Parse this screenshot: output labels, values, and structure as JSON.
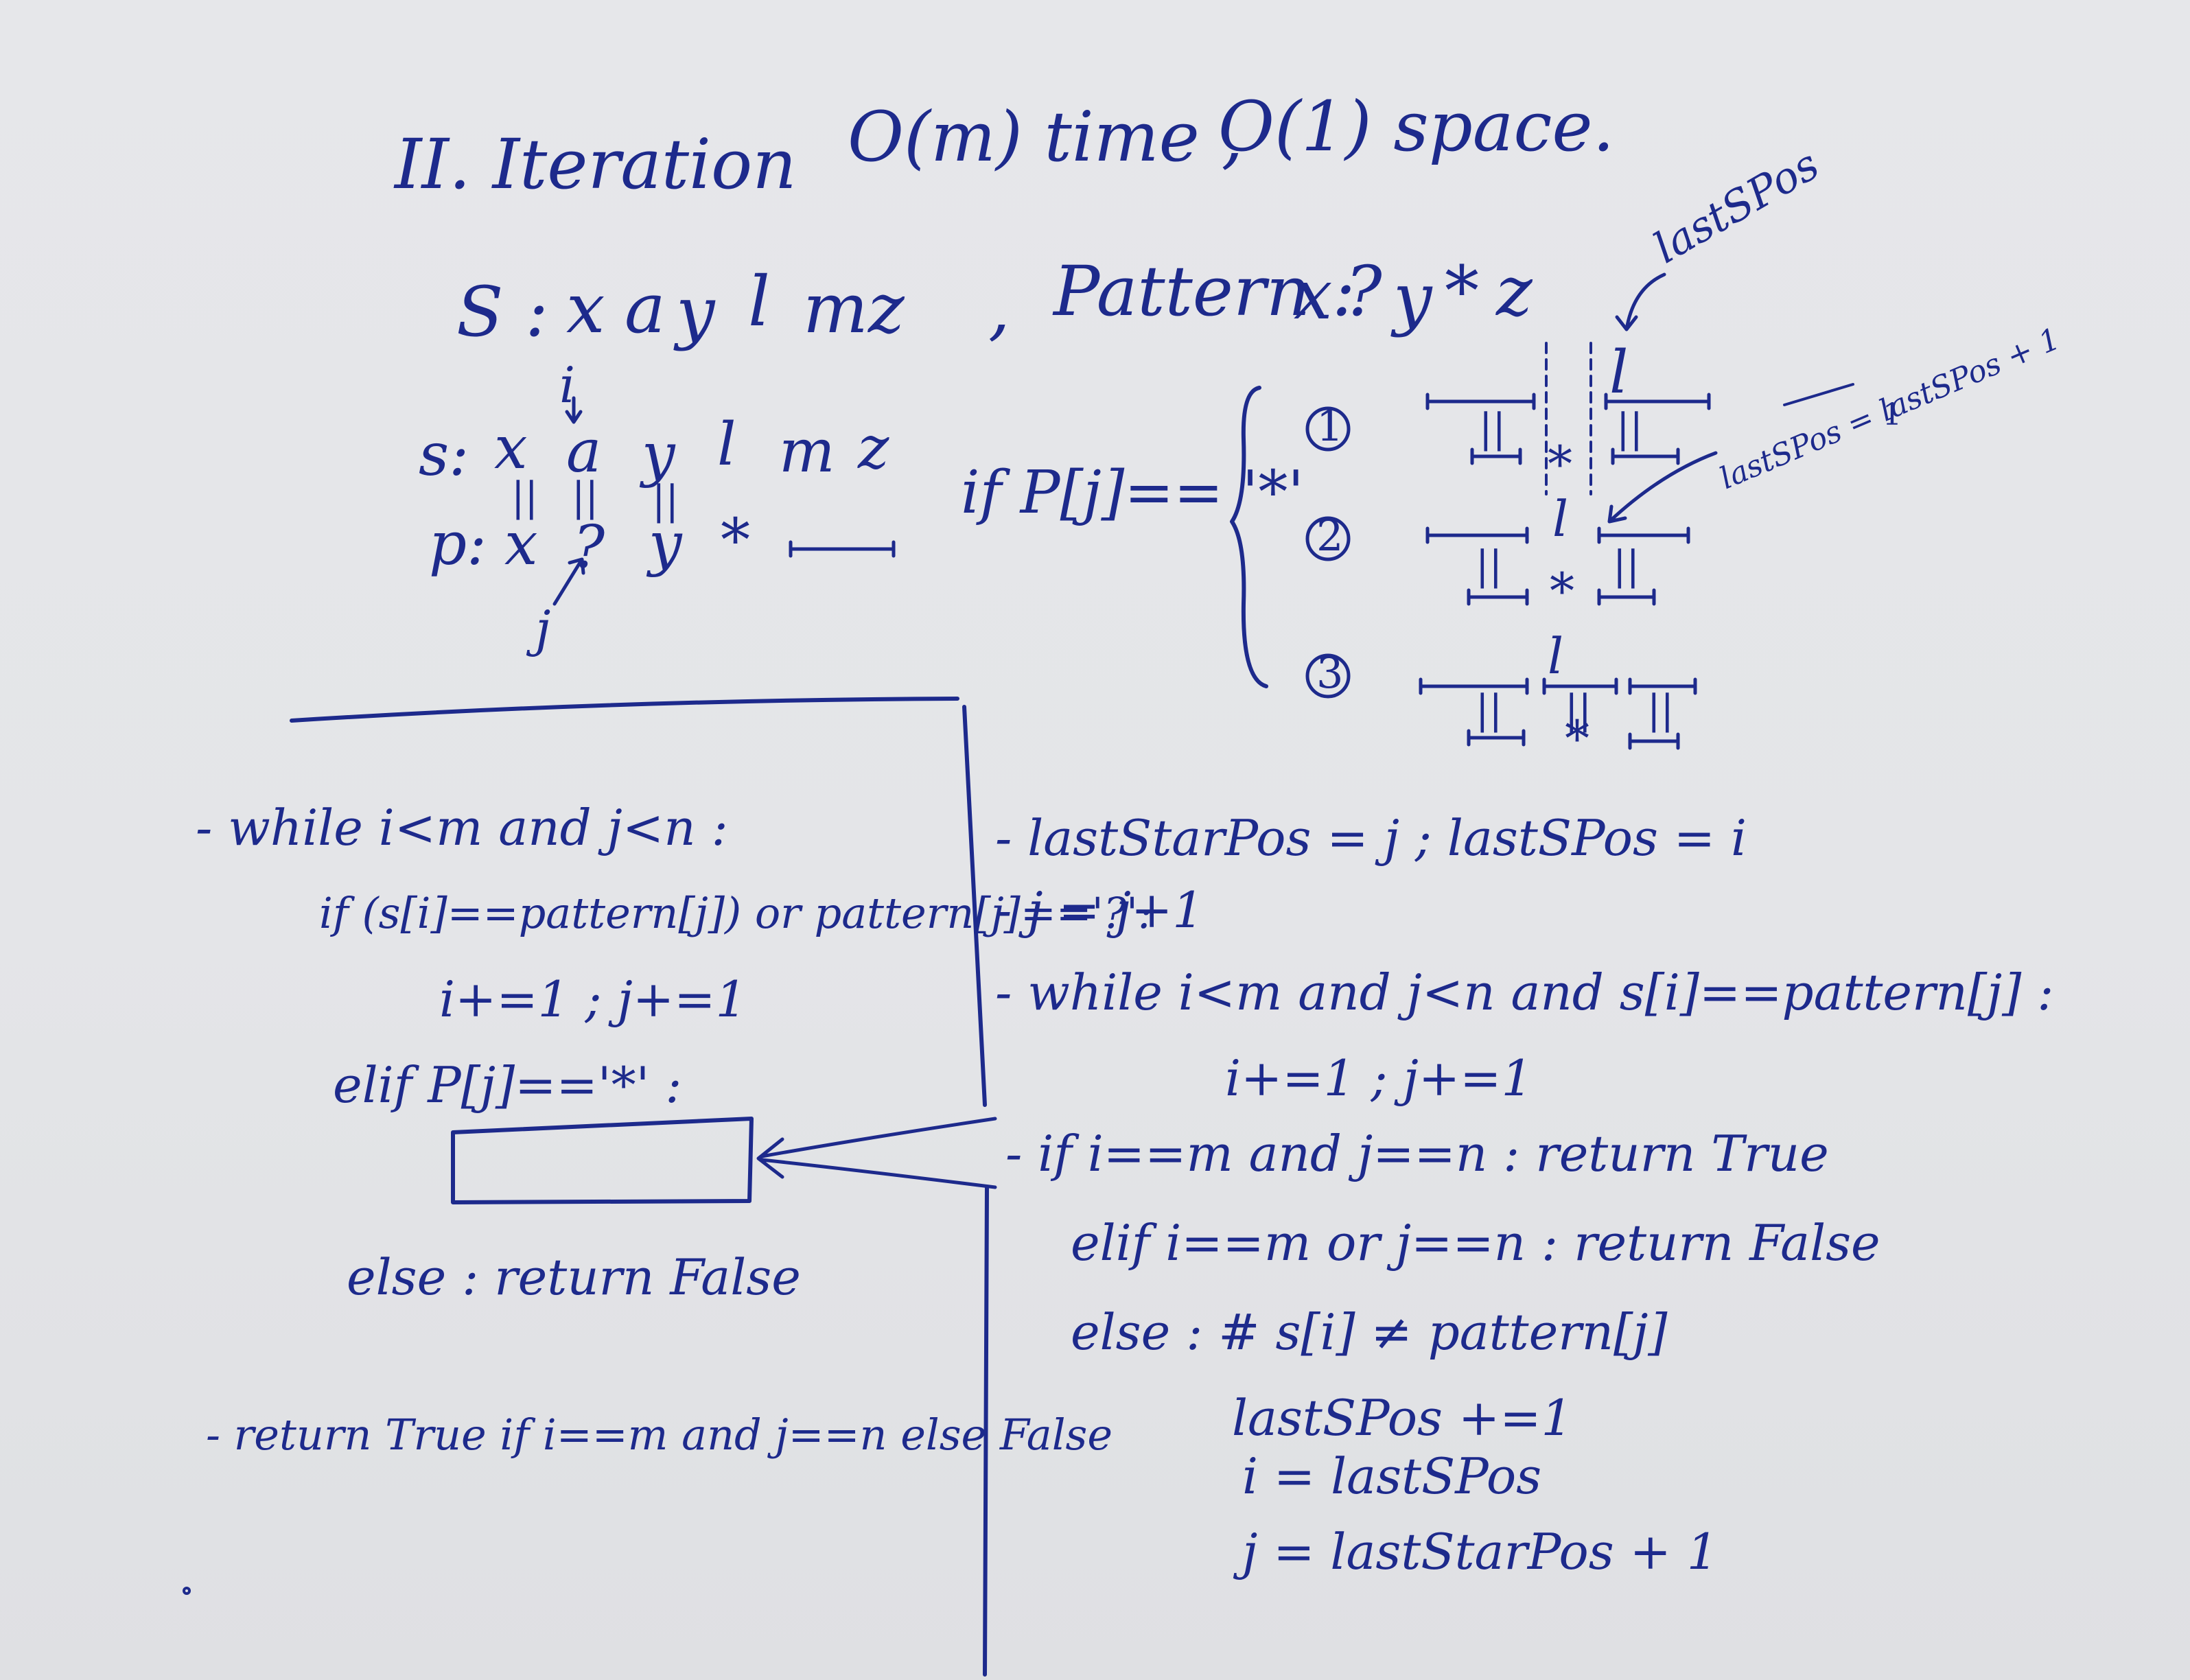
{
  "heading": {
    "title": "II. Iteration",
    "complexity_time": "O(m) time ,",
    "complexity_space": "O(1) space."
  },
  "example": {
    "s_label": "S :",
    "s_chars": [
      "x",
      "a",
      "y",
      "l",
      "m",
      "z"
    ],
    "comma": ",",
    "pattern_label": "Pattern :",
    "pattern_chars": [
      "x",
      "?",
      "y",
      "*",
      "z"
    ]
  },
  "trace": {
    "s_row_label": "s:",
    "s_chars": [
      "x",
      "a",
      "y",
      "l",
      "m",
      "z"
    ],
    "p_row_label": "p:",
    "p_chars": [
      "x",
      "?",
      "y",
      "*"
    ],
    "equal_mark": "||",
    "i_pointer": "i",
    "j_pointer": "j"
  },
  "star_case": {
    "condition": "if P[j]== '*'",
    "cases": [
      "1",
      "2",
      "3"
    ],
    "lastSPos_label": "lastSPos",
    "update_note": "lastSPos = lastSPos + 1",
    "note_ref": "1",
    "letter": "l",
    "star": "*",
    "equal_mark": "||"
  },
  "left_code": {
    "line1": "- while i<m and j<n :",
    "line2": "if (s[i]==pattern[j]) or pattern[j]=='?':",
    "line3": "i+=1 ; j+=1",
    "line4": "elif P[j]=='*' :",
    "line5": "else : return False",
    "line6": "- return True if i==m and j==n else False"
  },
  "right_code": {
    "line1": "- lastStarPos = j ; lastSPos = i",
    "line2": "- j = j+1",
    "line3": "- while i<m and j<n and s[i]==pattern[j] :",
    "line4": "i+=1 ; j+=1",
    "line5": "- if i==m and j==n : return True",
    "line6": "elif i==m or j==n : return False",
    "line7": "else : # s[i] ≠ pattern[j]",
    "line8": "lastSPos +=1",
    "line9": "i = lastSPos",
    "line10": "j = lastStarPos + 1"
  }
}
